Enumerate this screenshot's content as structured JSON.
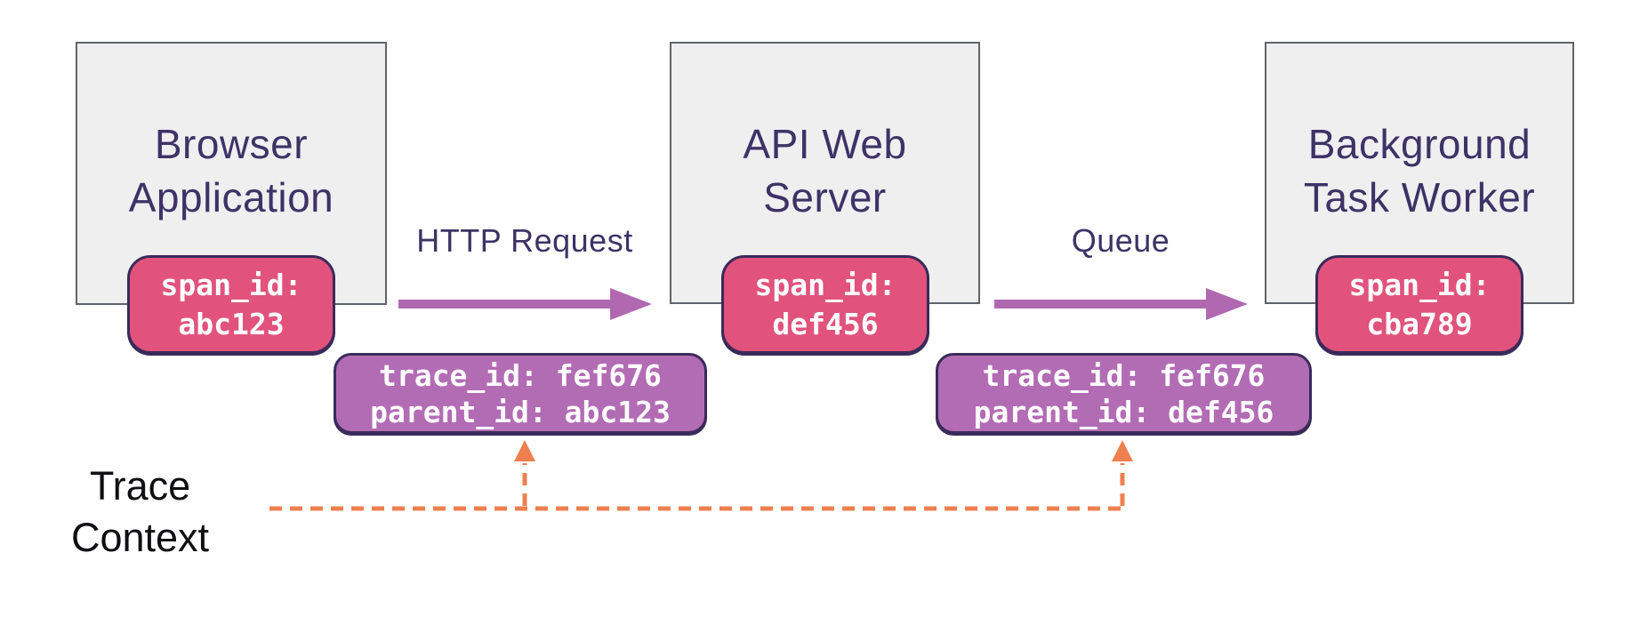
{
  "colors": {
    "canvas-bg": "#ffffff",
    "node-fill": "#efeff0",
    "node-border": "#606468",
    "title-navy": "#3d3366",
    "badge-pink": "#e1537c",
    "trace-purple": "#b26cb4",
    "arrow-purple": "#b069b0",
    "dark-border": "#3a2a5a",
    "orange": "#ee8050",
    "black-text": "#0f0e11",
    "mono-white": "#ffffff"
  },
  "nodes": [
    {
      "title": "Browser\nApplication",
      "span": "span_id:\nabc123"
    },
    {
      "title": "API Web\nServer",
      "span": "span_id:\ndef456"
    },
    {
      "title": "Background\nTask Worker",
      "span": "span_id:\ncba789"
    }
  ],
  "edges": [
    {
      "label": "HTTP Request"
    },
    {
      "label": "Queue"
    }
  ],
  "trace_boxes": [
    {
      "text": "trace_id: fef676\nparent_id: abc123"
    },
    {
      "text": "trace_id: fef676\nparent_id: def456"
    }
  ],
  "trace_context": {
    "label": "Trace\nContext"
  }
}
